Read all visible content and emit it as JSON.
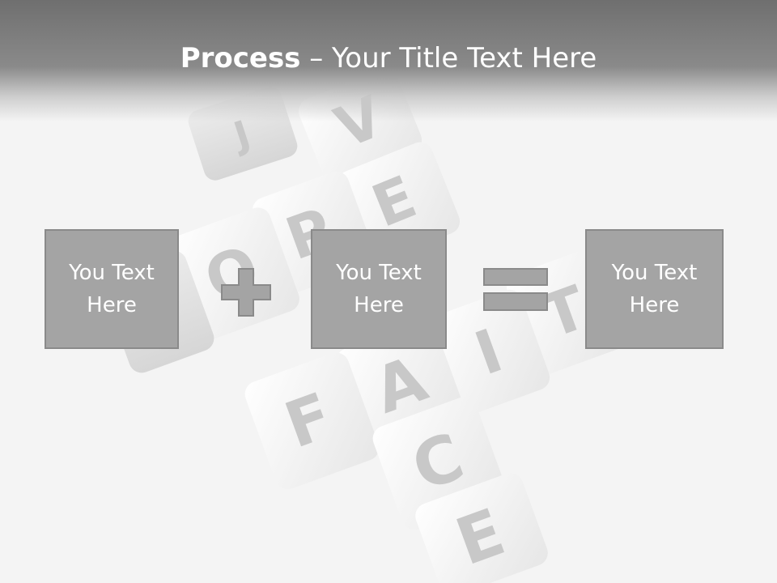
{
  "title": {
    "bold": "Process",
    "rest": " – Your Title Text Here"
  },
  "boxes": [
    {
      "label": "You Text\nHere"
    },
    {
      "label": "You Text\nHere"
    },
    {
      "label": "You Text\nHere"
    }
  ],
  "operators": {
    "plus": "plus-sign",
    "equals": "equals-sign"
  },
  "background": {
    "cube_letters": [
      "J",
      "V",
      "E",
      "O",
      "P",
      "F",
      "A",
      "I",
      "T",
      "C",
      "E"
    ]
  },
  "colors": {
    "box_fill": "#a4a4a4",
    "box_border": "#8a8a8a",
    "operator_fill": "#a4a4a4",
    "title_bar": "#7a7a7a"
  }
}
